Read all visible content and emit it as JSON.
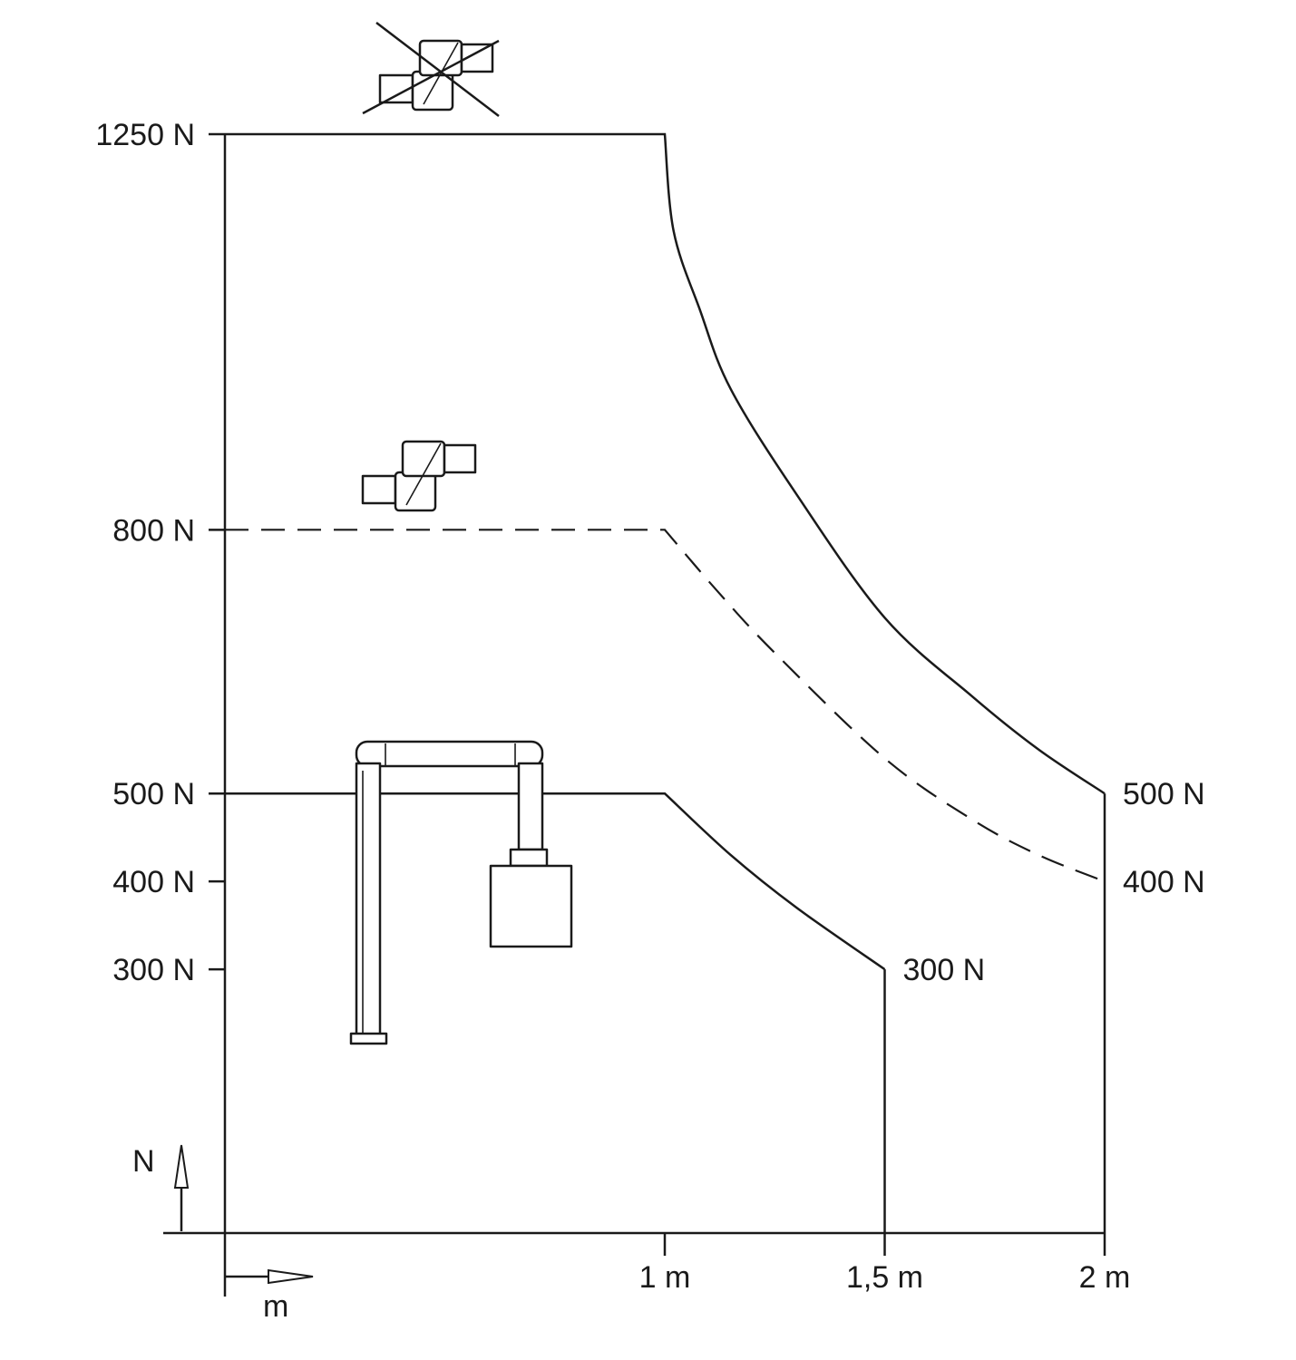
{
  "chart_data": {
    "type": "line",
    "x_unit": "m",
    "y_unit": "N",
    "xlim": [
      0,
      2
    ],
    "ylim": [
      0,
      1250
    ],
    "x_ticks": [
      {
        "value": 1,
        "label": "1 m"
      },
      {
        "value": 1.5,
        "label": "1,5 m"
      },
      {
        "value": 2,
        "label": "2 m"
      }
    ],
    "y_ticks": [
      {
        "value": 1250,
        "label": "1250 N"
      },
      {
        "value": 800,
        "label": "800 N"
      },
      {
        "value": 500,
        "label": "500 N"
      },
      {
        "value": 400,
        "label": "400 N"
      },
      {
        "value": 300,
        "label": "300 N"
      }
    ],
    "series": [
      {
        "style": "solid",
        "icon": "bridge-crane-icon",
        "x": [
          0,
          1,
          1.02,
          1.08,
          1.15,
          1.3,
          1.5,
          1.7,
          1.85,
          2
        ],
        "y": [
          1250,
          1250,
          1140,
          1050,
          960,
          840,
          700,
          610,
          550,
          500
        ],
        "end_label": "500 N"
      },
      {
        "style": "dashed",
        "icon": "double-jib-icon",
        "x": [
          0,
          1,
          1.12,
          1.25,
          1.5,
          1.7,
          1.85,
          2
        ],
        "y": [
          800,
          800,
          730,
          660,
          540,
          470,
          430,
          400
        ],
        "end_label": "400 N"
      },
      {
        "style": "solid",
        "icon": "gantry-crane-icon",
        "x": [
          0,
          1,
          1.15,
          1.3,
          1.5
        ],
        "y": [
          500,
          500,
          430,
          370,
          300
        ],
        "end_label": "300 N"
      }
    ],
    "axis_arrows": {
      "y_label": "N",
      "x_label": "m"
    },
    "grid": false,
    "legend": "none"
  }
}
